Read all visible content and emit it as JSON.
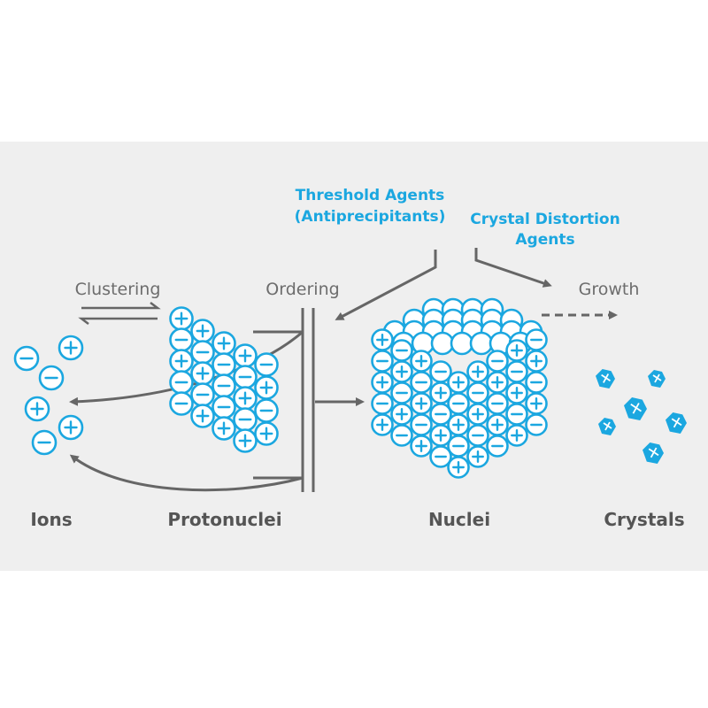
{
  "labels": {
    "threshold_line1": "Threshold Agents",
    "threshold_line2": "(Antiprecipitants)",
    "distortion_line1": "Crystal Distortion",
    "distortion_line2": "Agents",
    "clustering": "Clustering",
    "ordering": "Ordering",
    "growth": "Growth"
  },
  "stages": [
    "Ions",
    "Protonuclei",
    "Nuclei",
    "Crystals"
  ],
  "colors": {
    "accent": "#1ba7e0",
    "panel_bg": "#efefef",
    "arrow": "#666666",
    "stage_text": "#555555",
    "step_text": "#6d6d6d"
  },
  "ions": [
    {
      "charge": "-"
    },
    {
      "charge": "+"
    },
    {
      "charge": "-"
    },
    {
      "charge": "+"
    },
    {
      "charge": "-"
    },
    {
      "charge": "+"
    }
  ],
  "icons": [
    "plus-sign",
    "minus-sign",
    "crystal-particle"
  ]
}
